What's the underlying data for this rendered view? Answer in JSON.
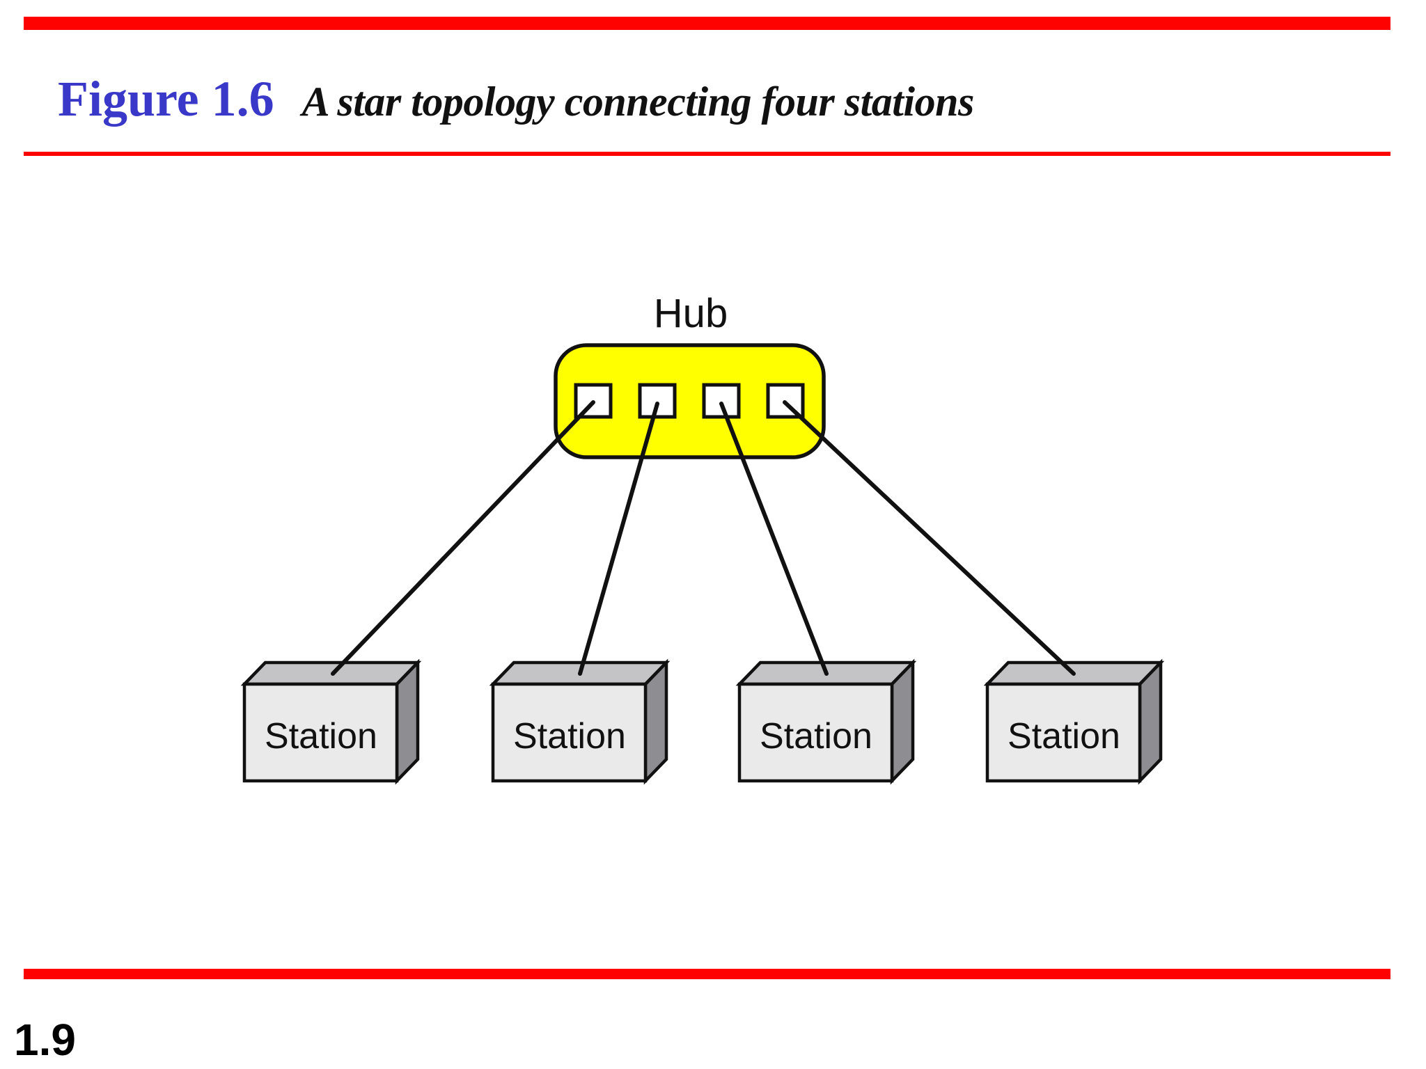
{
  "colors": {
    "page_bg": "#ffffff",
    "accent_red": "#fe0202",
    "figure_blue": "#3a38c8",
    "ink": "#111111",
    "hub_yellow": "#ffff00",
    "station_front": "#eaeaea",
    "station_top": "#c4c4c6",
    "station_side": "#8e8e92"
  },
  "header": {
    "figure_label": "Figure 1.6",
    "figure_caption": "A star topology connecting four stations"
  },
  "diagram": {
    "hub": {
      "label": "Hub",
      "port_count": 4
    },
    "stations": [
      {
        "label": "Station"
      },
      {
        "label": "Station"
      },
      {
        "label": "Station"
      },
      {
        "label": "Station"
      }
    ]
  },
  "footer": {
    "page_number": "1.9"
  }
}
